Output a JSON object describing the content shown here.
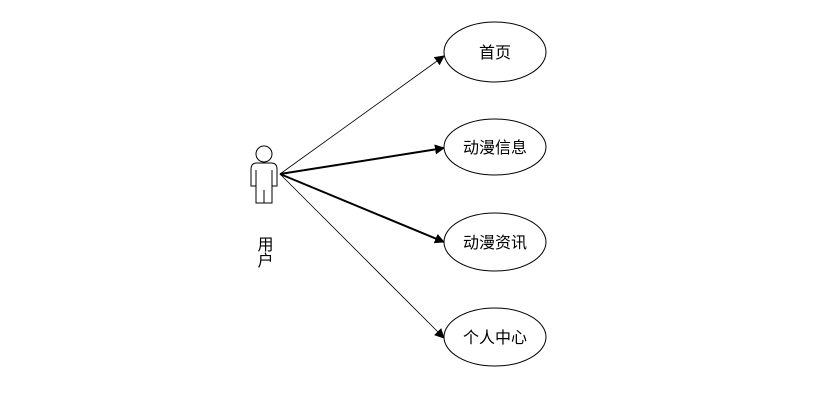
{
  "actor": {
    "label": "用户"
  },
  "use_cases": [
    {
      "label": "首页"
    },
    {
      "label": "动漫信息"
    },
    {
      "label": "动漫资讯"
    },
    {
      "label": "个人中心"
    }
  ],
  "colors": {
    "stroke": "#000000",
    "background": "#ffffff"
  }
}
